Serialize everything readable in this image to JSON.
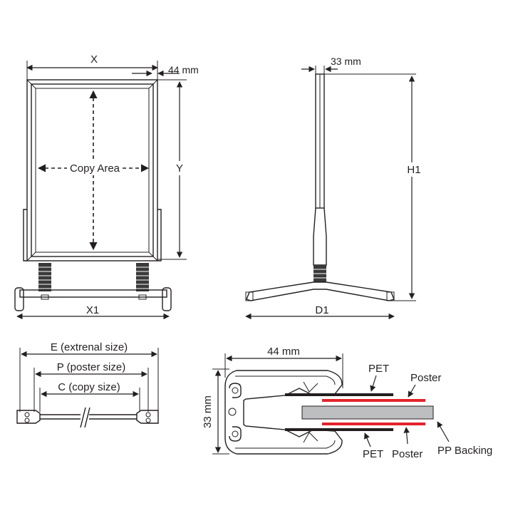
{
  "labels": {
    "x": "X",
    "frame_44": "44 mm",
    "copy_area": "Copy Area",
    "y": "Y",
    "x1": "X1",
    "side_33": "33 mm",
    "h1": "H1",
    "d1": "D1",
    "e": "E (extrenal size)",
    "p": "P (poster size)",
    "c": "C (copy size)",
    "section_44": "44 mm",
    "section_33": "33 mm",
    "pet_top": "PET",
    "poster_top": "Poster",
    "pet_bottom": "PET",
    "poster_bottom": "Poster",
    "pp_backing": "PP Backing"
  },
  "colors": {
    "line": "#231f20",
    "poster_red": "#e3242b",
    "backing_gray": "#bcbec0",
    "spring": "#3a3a3a"
  }
}
